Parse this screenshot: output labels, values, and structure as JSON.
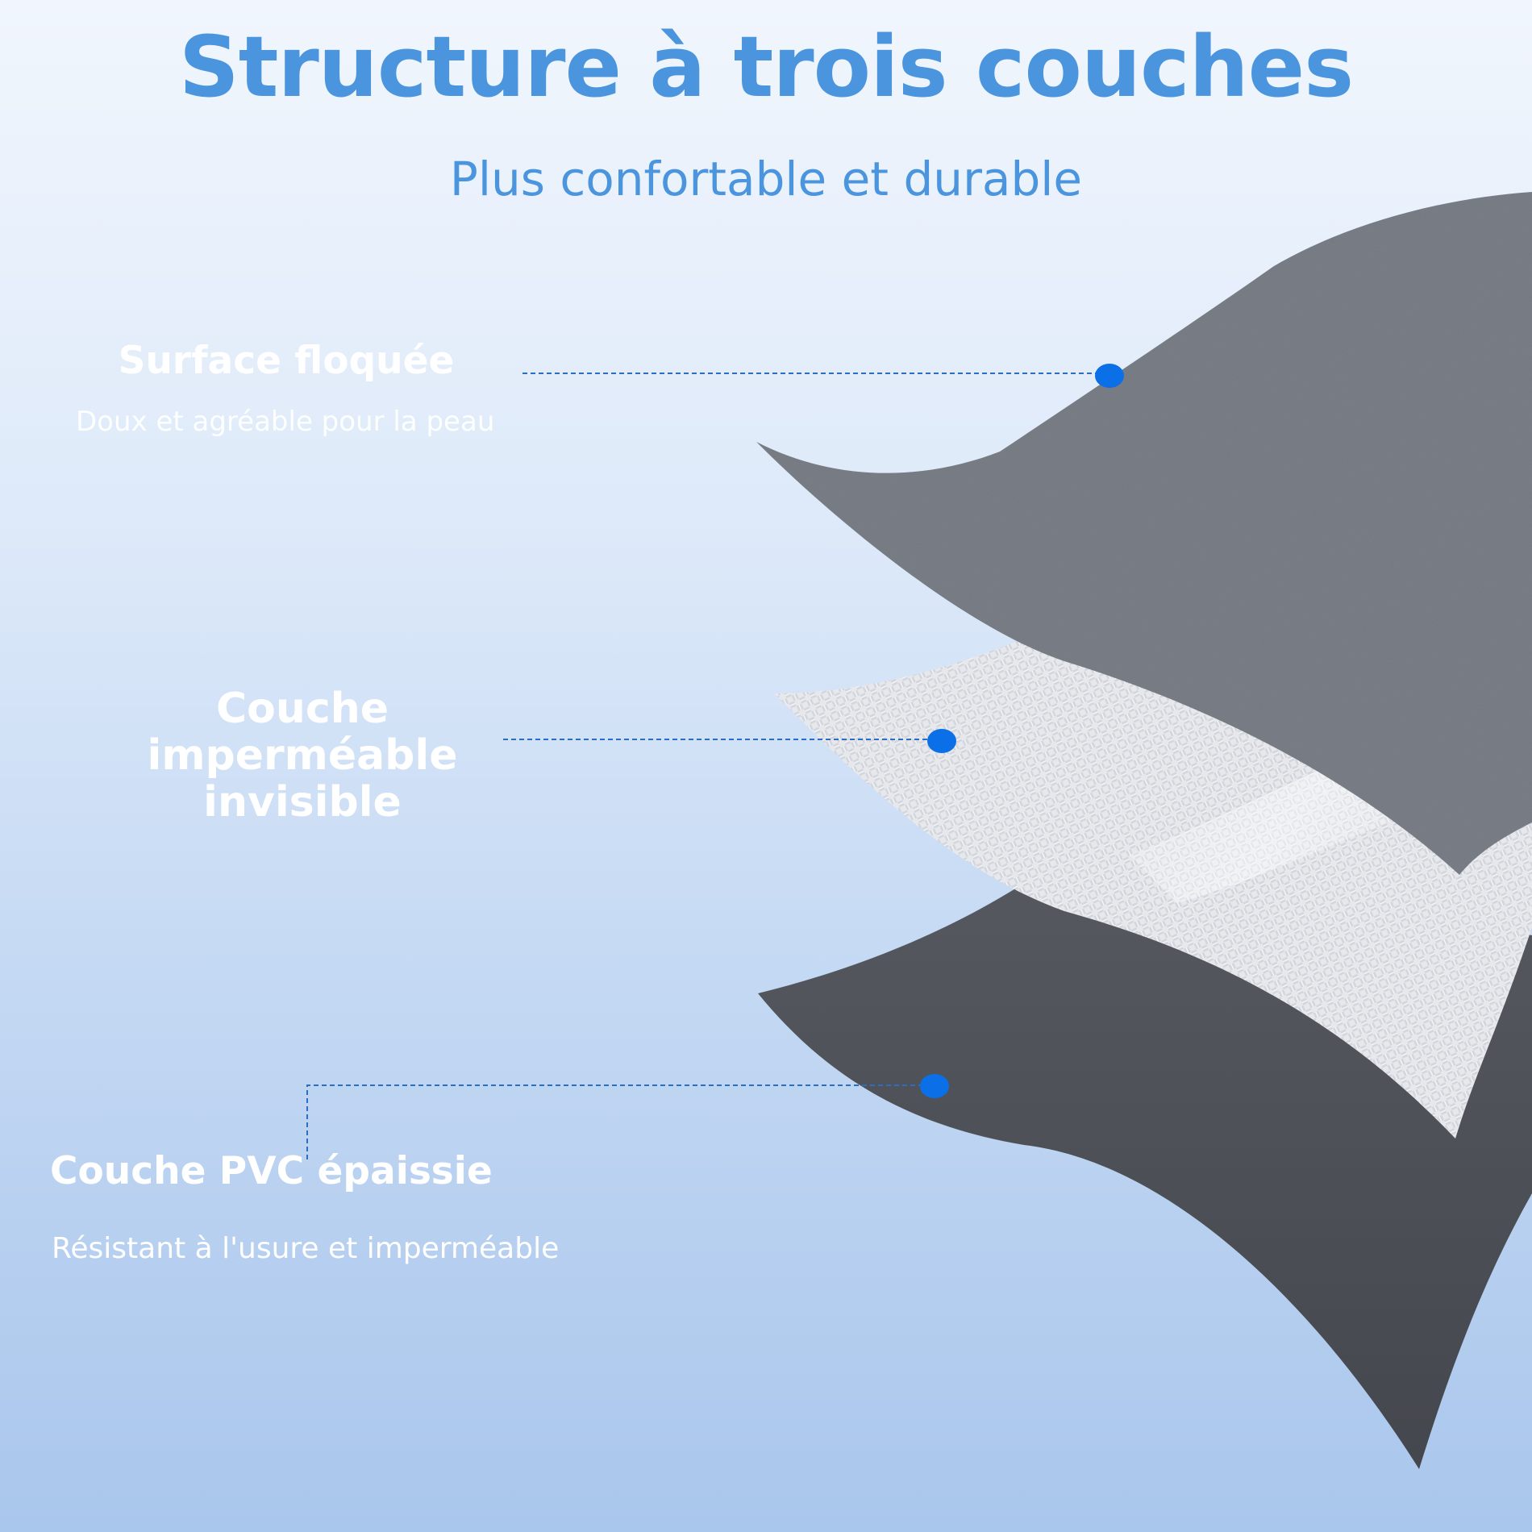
{
  "header": {
    "title": "Structure à trois couches",
    "subtitle": "Plus confortable et durable"
  },
  "layers": [
    {
      "name": "Surface floquée",
      "description": "Doux et agréable pour la peau",
      "texture": "flocked",
      "color": "#7c8189"
    },
    {
      "name_lines": [
        "Couche",
        "imperméable",
        "invisible"
      ],
      "texture": "woven",
      "color": "#e9ebee"
    },
    {
      "name": "Couche PVC épaissie",
      "description": "Résistant à l'usure et imperméable",
      "texture": "pvc",
      "color": "#4a4e57"
    }
  ],
  "colors": {
    "accent": "#4a95dd",
    "marker": "#0b6fe8",
    "connector": "#2a6fc4"
  }
}
